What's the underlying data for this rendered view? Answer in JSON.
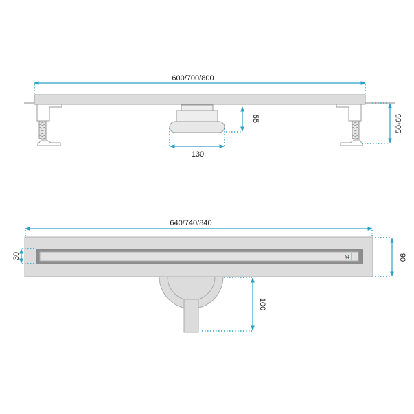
{
  "colors": {
    "dimension": "#2a9fc4",
    "part_fill": "#dcdcdc",
    "part_stroke": "#9a9a9a",
    "grate_frame": "#8c8c8c",
    "background": "#ffffff"
  },
  "side_view": {
    "length_label": "600/700/800",
    "height_label": "50-65",
    "outlet_height_label": "55",
    "outlet_width_label": "130"
  },
  "top_view": {
    "length_label": "640/740/840",
    "width_label": "90",
    "grate_width_label": "30",
    "slot_label": "15",
    "outlet_depth_label": "100"
  }
}
